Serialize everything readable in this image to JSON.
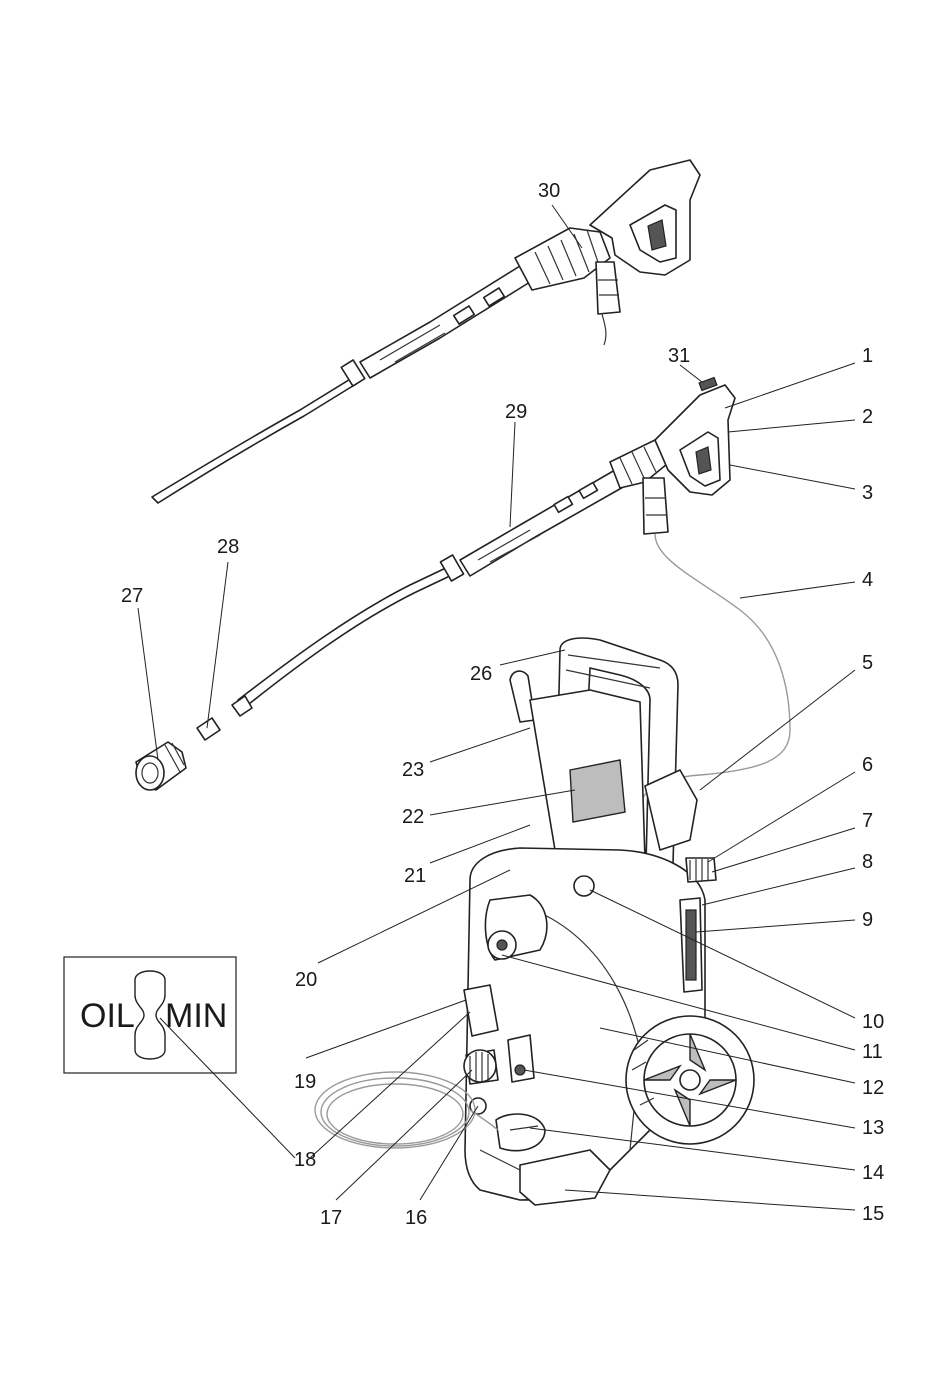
{
  "callouts": [
    {
      "id": "c1",
      "text": "1"
    },
    {
      "id": "c2",
      "text": "2"
    },
    {
      "id": "c3",
      "text": "3"
    },
    {
      "id": "c4",
      "text": "4"
    },
    {
      "id": "c5",
      "text": "5"
    },
    {
      "id": "c6",
      "text": "6"
    },
    {
      "id": "c7",
      "text": "7"
    },
    {
      "id": "c8",
      "text": "8"
    },
    {
      "id": "c9",
      "text": "9"
    },
    {
      "id": "c10",
      "text": "10"
    },
    {
      "id": "c11",
      "text": "11"
    },
    {
      "id": "c12",
      "text": "12"
    },
    {
      "id": "c13",
      "text": "13"
    },
    {
      "id": "c14",
      "text": "14"
    },
    {
      "id": "c15",
      "text": "15"
    },
    {
      "id": "c16",
      "text": "16"
    },
    {
      "id": "c17",
      "text": "17"
    },
    {
      "id": "c18",
      "text": "18"
    },
    {
      "id": "c19",
      "text": "19"
    },
    {
      "id": "c20",
      "text": "20"
    },
    {
      "id": "c21",
      "text": "21"
    },
    {
      "id": "c22",
      "text": "22"
    },
    {
      "id": "c23",
      "text": "23"
    },
    {
      "id": "c26",
      "text": "26"
    },
    {
      "id": "c27",
      "text": "27"
    },
    {
      "id": "c28",
      "text": "28"
    },
    {
      "id": "c29",
      "text": "29"
    },
    {
      "id": "c30",
      "text": "30"
    },
    {
      "id": "c31",
      "text": "31"
    }
  ],
  "oil_inset": {
    "left_text": "OIL",
    "right_text": "MIN"
  }
}
